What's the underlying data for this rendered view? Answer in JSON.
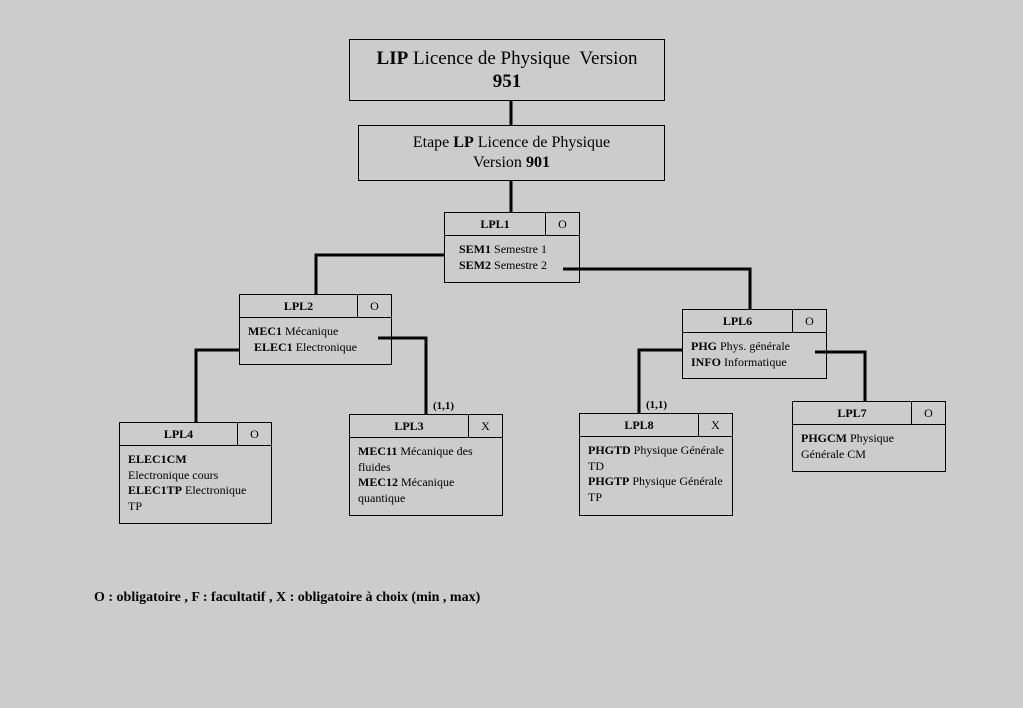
{
  "top": {
    "code": "LIP",
    "name": "Licence de Physique",
    "version_label": "Version",
    "version": "951"
  },
  "etape": {
    "prefix": "Etape",
    "code": "LP",
    "name": "Licence de Physique",
    "version_label": "Version",
    "version": "901"
  },
  "nodes": {
    "lpl1": {
      "code": "LPL1",
      "flag": "O",
      "items": [
        {
          "code": "SEM1",
          "label": "Semestre 1"
        },
        {
          "code": "SEM2",
          "label": "Semestre 2"
        }
      ]
    },
    "lpl2": {
      "code": "LPL2",
      "flag": "O",
      "items": [
        {
          "code": "MEC1",
          "label": "Mécanique"
        },
        {
          "code": "ELEC1",
          "label": "Electronique"
        }
      ]
    },
    "lpl6": {
      "code": "LPL6",
      "flag": "O",
      "items": [
        {
          "code": "PHG",
          "label": "Phys. générale"
        },
        {
          "code": "INFO",
          "label": "Informatique"
        }
      ]
    },
    "lpl4": {
      "code": "LPL4",
      "flag": "O",
      "items": [
        {
          "code": "ELEC1CM",
          "label": "Electronique cours"
        },
        {
          "code": "ELEC1TP",
          "label": "Electronique TP"
        }
      ]
    },
    "lpl3": {
      "code": "LPL3",
      "flag": "X",
      "minmax": "(1,1)",
      "items": [
        {
          "code": "MEC11",
          "label": "Mécanique des fluides"
        },
        {
          "code": "MEC12",
          "label": "Mécanique quantique"
        }
      ]
    },
    "lpl8": {
      "code": "LPL8",
      "flag": "X",
      "minmax": "(1,1)",
      "items": [
        {
          "code": "PHGTD",
          "label": "Physique Générale TD"
        },
        {
          "code": "PHGTP",
          "label": "Physique Générale TP"
        }
      ]
    },
    "lpl7": {
      "code": "LPL7",
      "flag": "O",
      "items": [
        {
          "code": "PHGCM",
          "label": "Physique Générale CM"
        }
      ]
    }
  },
  "legend": "O : obligatoire , F : facultatif  , X : obligatoire à choix (min , max)"
}
